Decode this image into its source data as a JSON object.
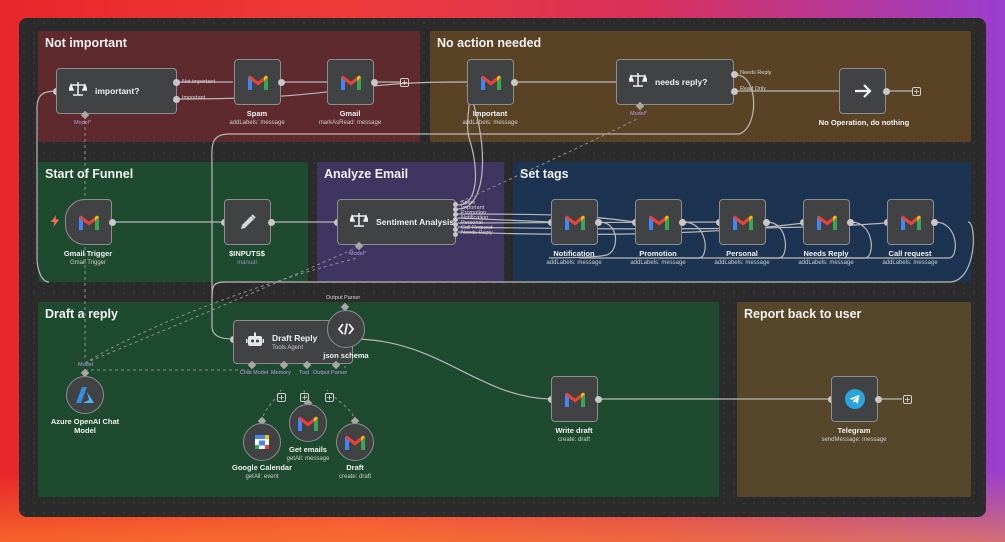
{
  "groups": {
    "not_important": "Not important",
    "no_action": "No action needed",
    "start_funnel": "Start of Funnel",
    "analyze_email": "Analyze Email",
    "set_tags": "Set tags",
    "draft_reply": "Draft a reply",
    "report_back": "Report back to user"
  },
  "colors": {
    "group_red": "#5e2a2d",
    "group_brown": "#5a4325",
    "group_green": "#1e4a2f",
    "group_purple": "#3e3660",
    "group_blue": "#1c3452",
    "group_olive": "#56472a",
    "wire": "#b9b9b9",
    "ai_wire": "#8f8f8f"
  },
  "nodes": {
    "important": {
      "title": "important?",
      "outputs": [
        "Not important",
        "Important"
      ],
      "model_label": "Model*"
    },
    "spam": {
      "title": "Spam",
      "subtitle": "addLabels: message"
    },
    "gmail": {
      "title": "Gmail",
      "subtitle": "markAsRead: message"
    },
    "important_label": {
      "title": "Important",
      "subtitle": "addLabels: message"
    },
    "needs_reply": {
      "title": "needs reply?",
      "outputs": [
        "Needs Reply",
        "Read Only"
      ],
      "model_label": "Model*"
    },
    "no_operation": {
      "title": "No Operation, do nothing"
    },
    "gmail_trigger": {
      "title": "Gmail Trigger",
      "subtitle": "Gmail Trigger"
    },
    "inputs": {
      "title": "$INPUTS$",
      "subtitle": "manual"
    },
    "sentiment": {
      "title": "Sentiment Analysis",
      "outputs": [
        "Spam",
        "Important",
        "Promotion",
        "Notification",
        "Personal",
        "Call Request",
        "Needs Reply"
      ],
      "model_label": "Model*"
    },
    "notification": {
      "title": "Notification",
      "subtitle": "addLabels: message"
    },
    "promotion": {
      "title": "Promotion",
      "subtitle": "addLabels: message"
    },
    "personal": {
      "title": "Personal",
      "subtitle": "addLabels: message"
    },
    "needs_reply_tag": {
      "title": "Needs Reply",
      "subtitle": "addLabels: message"
    },
    "call_request": {
      "title": "Call request",
      "subtitle": "addLabels: message"
    },
    "draft_reply_agent": {
      "title": "Draft Reply",
      "subtitle": "Tools Agent",
      "ports": [
        "Chat Model",
        "Memory",
        "Tool",
        "Output Parser"
      ]
    },
    "json_schema": {
      "title": "json schema",
      "port_label": "Output Parser"
    },
    "azure": {
      "title": "Azure OpenAI Chat Model",
      "title_line1": "Azure OpenAI Chat",
      "title_line2": "Model",
      "port_label": "Model"
    },
    "google_calendar": {
      "title": "Google Calendar",
      "subtitle": "getAll: event"
    },
    "get_emails": {
      "title": "Get emails",
      "subtitle": "getAll: message"
    },
    "draft": {
      "title": "Draft",
      "subtitle": "create: draft"
    },
    "write_draft": {
      "title": "Write draft",
      "subtitle": "create: draft"
    },
    "telegram": {
      "title": "Telegram",
      "subtitle": "sendMessage: message"
    }
  },
  "icons": {
    "gmail": "gmail-icon",
    "scale": "scale-icon",
    "arrow": "arrow-right-icon",
    "pencil": "pencil-icon",
    "robot": "robot-icon",
    "code": "code-icon",
    "azure": "azure-icon",
    "calendar": "google-calendar-icon",
    "telegram": "telegram-icon",
    "lightning": "lightning-icon",
    "plus": "plus-icon"
  }
}
